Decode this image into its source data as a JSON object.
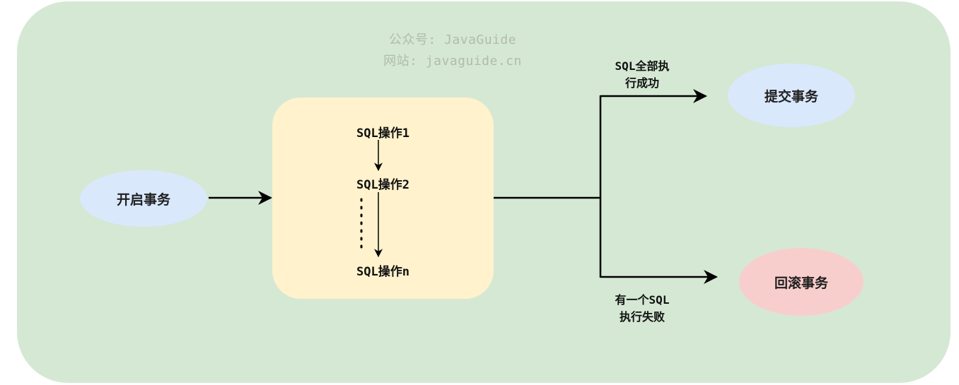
{
  "watermark": {
    "line1": "公众号: JavaGuide",
    "line2": "网站: javaguide.cn"
  },
  "nodes": {
    "start": "开启事务",
    "commit": "提交事务",
    "rollback": "回滚事务"
  },
  "operations": {
    "op1": "SQL操作1",
    "op2": "SQL操作2",
    "opn": "SQL操作n"
  },
  "edges": {
    "success_line1": "SQL全部执",
    "success_line2": "行成功",
    "fail_line1": "有一个SQL",
    "fail_line2": "执行失败"
  },
  "colors": {
    "background": "#d5e8d4",
    "start_fill": "#dae8fc",
    "commit_fill": "#dae8fc",
    "rollback_fill": "#f8cecc",
    "ops_fill": "#fff2cc"
  }
}
